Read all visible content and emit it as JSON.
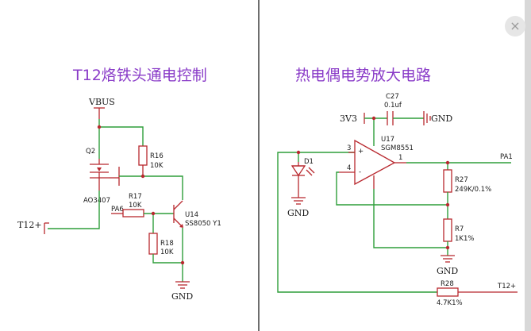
{
  "left_title": "T12烙铁头通电控制",
  "right_title": "热电偶电势放大电路",
  "close_symbol": "×",
  "left_circuit": {
    "vbus": "VBUS",
    "q2_ref": "Q2",
    "q2_part": "AO3407",
    "r16_ref": "R16",
    "r16_val": "10K",
    "r17_ref": "R17",
    "r17_val": "10K",
    "pa6": "PA6",
    "u14_ref": "U14",
    "u14_part": "SS8050 Y1",
    "r18_ref": "R18",
    "r18_val": "10K",
    "gnd": "GND",
    "t12_plus": "T12+"
  },
  "right_circuit": {
    "v3v3": "3V3",
    "c27_ref": "C27",
    "c27_val": "0.1uf",
    "gnd_top": "GND",
    "u17_ref": "U17",
    "u17_part": "SGM8551",
    "pin3": "3",
    "pin4": "4",
    "pin1": "1",
    "plus": "+",
    "minus": "-",
    "d1_ref": "D1",
    "gnd_d1": "GND",
    "pa1": "PA1",
    "r27_ref": "R27",
    "r27_val": "249K/0.1%",
    "r7_ref": "R7",
    "r7_val": "1K1%",
    "gnd_r7": "GND",
    "r28_ref": "R28",
    "r28_val": "4.7K1%",
    "t12_plus": "T12+"
  },
  "colors": {
    "wire": "#2e9e3a",
    "component": "#b8282e",
    "title": "#8a3cc8"
  }
}
